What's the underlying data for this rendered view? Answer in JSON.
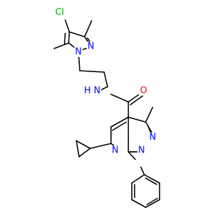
{
  "colors": {
    "background": "#ffffff",
    "bond": "#000000",
    "nitrogen": "#0000ff",
    "oxygen": "#ff0000",
    "chlorine": "#00b000"
  },
  "labels": {
    "cl": "Cl",
    "n_pyrazole_1": "N",
    "n_pyrazole_2": "N",
    "nh_amide": "N",
    "h_amide": "H",
    "o_carbonyl": "O",
    "n_pyridine": "N",
    "n_pyrazolo_1": "N",
    "n_pyrazolo_2": "N"
  }
}
